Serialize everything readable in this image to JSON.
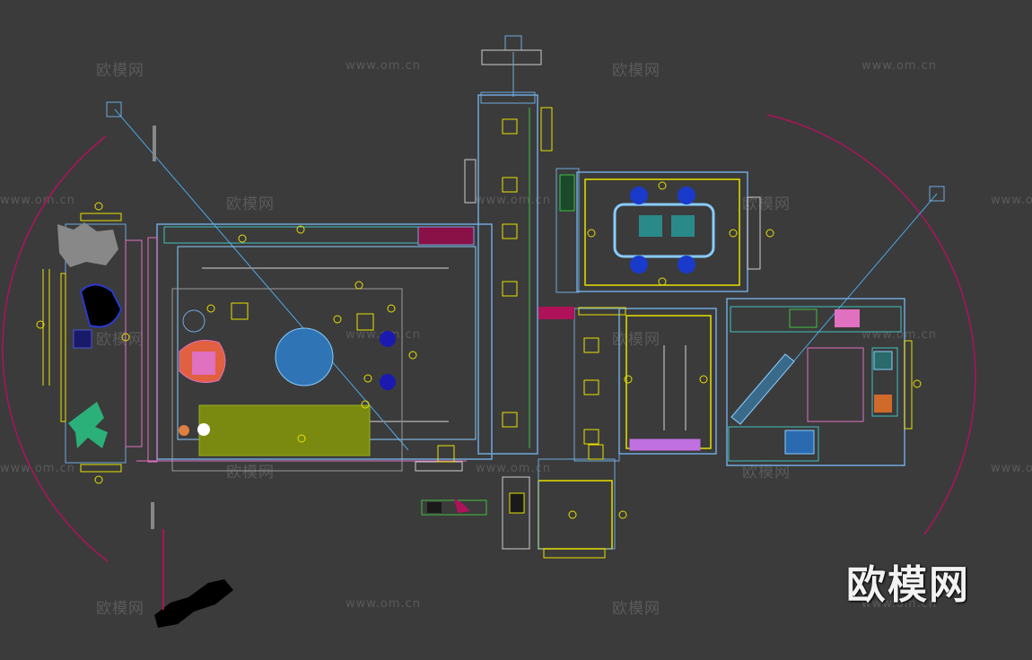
{
  "watermark": {
    "logo": "欧模网",
    "url": "www.om.cn"
  },
  "brand_logo": "欧模网",
  "colors": {
    "background": "#3b3b3b",
    "wall_blue": "#6fa8dc",
    "yellow": "#e8e000",
    "magenta": "#b0125a",
    "cyan": "#40c0c0",
    "green_sofa": "#7a8a10",
    "light_blue": "#88ccff",
    "pink": "#e070c0"
  },
  "icons": [
    "camera-target-icon",
    "lamp-icon",
    "plant-icon",
    "sofa-icon",
    "round-table-icon",
    "dining-table-icon",
    "bed-icon",
    "wardrobe-icon",
    "toilet-icon"
  ]
}
